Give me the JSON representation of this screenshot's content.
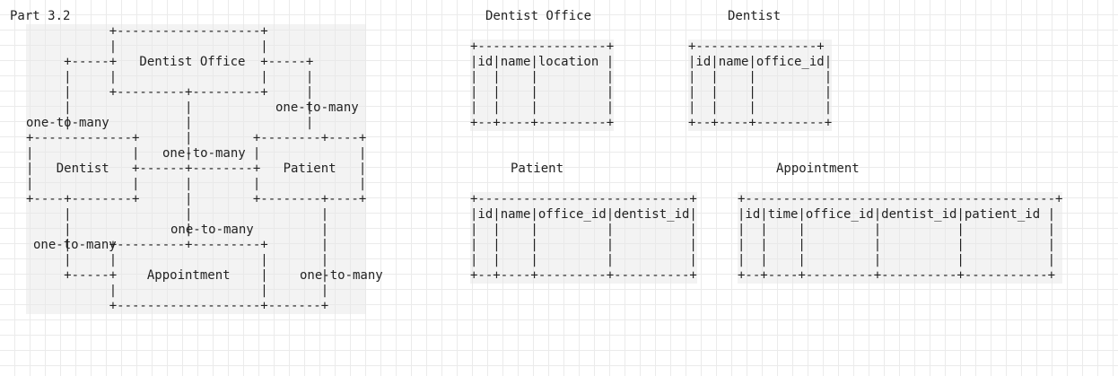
{
  "part_title": "Part 3.2",
  "er_diagram": {
    "ascii_lines": [
      "           +-------------------+",
      "           |                   |",
      "     +-----+   Dentist Office  +-----+",
      "     |     |                   |     |",
      "     |     +---------+---------+     |",
      "     |               |               |",
      "     |               |               |",
      "+-------------+      |        +--------+----+",
      "|             |      |        |             |",
      "|   Dentist   +------+--------+   Patient   |",
      "|             |      |        |             |",
      "+----+--------+      |        +--------+----+",
      "     |               |                 |",
      "     |               |                 |",
      "     |     +---------+---------+       |",
      "     |     |                   |       |",
      "     +-----+    Appointment    |       |",
      "           |                   |       |",
      "           +-------------------+-------+"
    ],
    "labels": {
      "office_patient": "one-to-many",
      "office_dentist": "one-to-many",
      "dentist_patient": "one-to-many",
      "office_appointment": "one-to-many",
      "dentist_appointment": "one-to-many",
      "patient_appointment": "one-to-many"
    }
  },
  "tables": {
    "dentist_office": {
      "title": "Dentist Office",
      "ascii_lines": [
        "+-----------------+",
        "|id|name|location |",
        "|  |    |         |",
        "|  |    |         |",
        "|  |    |         |",
        "+--+----+---------+"
      ]
    },
    "dentist": {
      "title": "Dentist",
      "ascii_lines": [
        "+----------------+",
        "|id|name|office_id|",
        "|  |    |         |",
        "|  |    |         |",
        "|  |    |         |",
        "+--+----+---------+"
      ]
    },
    "patient": {
      "title": "Patient",
      "ascii_lines": [
        "+----------------------------+",
        "|id|name|office_id|dentist_id|",
        "|  |    |         |          |",
        "|  |    |         |          |",
        "|  |    |         |          |",
        "+--+----+---------+----------+"
      ]
    },
    "appointment": {
      "title": "Appointment",
      "ascii_lines": [
        "+-----------------------------------------+",
        "|id|time|office_id|dentist_id|patient_id |",
        "|  |    |         |          |           |",
        "|  |    |         |          |           |",
        "|  |    |         |          |           |",
        "+--+----+---------+----------+-----------+"
      ]
    }
  }
}
